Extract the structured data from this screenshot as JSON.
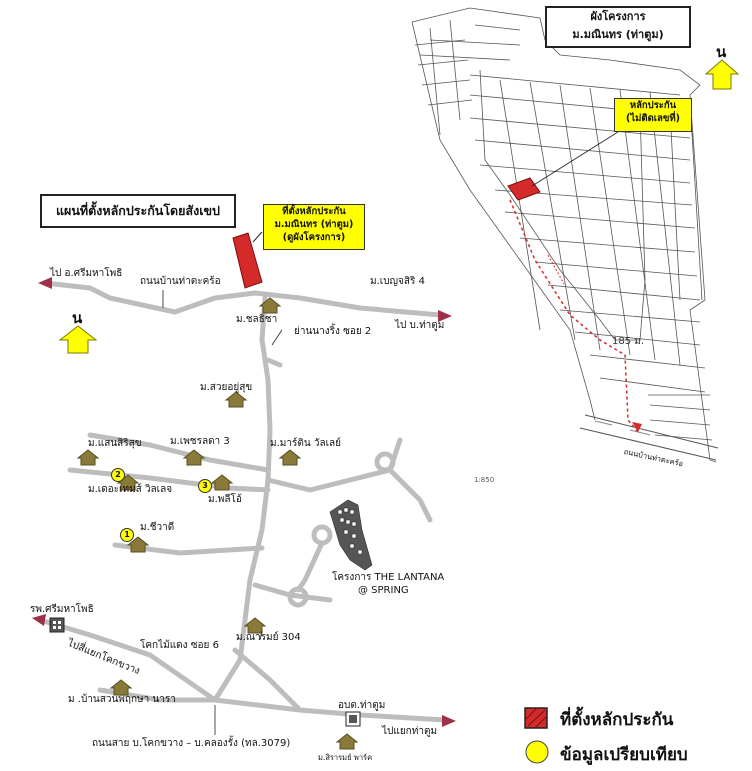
{
  "title_box": "แผนที่ตั้งหลักประกันโดยสังเขป",
  "plan_title": {
    "line1": "ผังโครงการ",
    "line2": "ม.มณินทร (ท่าตูม)"
  },
  "collateral_callout": {
    "line1": "ที่ตั้งหลักประกัน",
    "line2": "ม.มณินทร (ท่าตูม)",
    "line3": "(ดูผังโครงการ)"
  },
  "plan_callout": {
    "line1": "หลักประกัน",
    "line2": "(ไม่ติดเลขที่)"
  },
  "north_label": "น",
  "distance_label": "185 ม.",
  "scale_label": "1:850",
  "labels": {
    "to_sri_maha_phot": "ไป อ.ศรีมหาโพธิ",
    "tha_takhro_road": "ถนนบ้านท่าตะคร้อ",
    "ben_sri": "ม.เบญจสิริ 4",
    "to_ban_tha_tum": "ไป บ.ท่าตูม",
    "chonsicha": "ม.ชลธิชา",
    "nang_ring_soi2": "ย่านนางริ้ง ซอย 2",
    "suay_yu_suk": "ม.สวยอยู่สุข",
    "saensirisuk": "ม.แสนสิริสุข",
    "phet_lada": "ม.เพชรลดา 3",
    "martin_valley": "ม.มาร์ติน วัลเลย์",
    "de_tremp": "ม.เดอะเทมส์ วิลเลจ",
    "phalai": "ม.พลีโอ้",
    "chiwadee": "ม.ชีวาดี",
    "lantana": "โครงการ THE LANTANA",
    "lantana_spring": "@ SPRING",
    "hospital": "รพ.ศรีมหาโพธิ",
    "to_khok_kwang": "ไปสี่แยกโคกขวาง",
    "khok_mai_daeng": "โคกไม้แดง ซอย 6",
    "narom": "ม.ณารมย์ 304",
    "ban_suan": "ม .บ้านสวนพฤกษา นารา",
    "obt": "อบต.ท่าตูม",
    "to_tha_tum_junction": "ไปแยกท่าตูม",
    "main_road": "ถนนสาย บ.โคกขวาง – บ.คลองรั้ง (ทล.3079)",
    "sirirom": "ม.สิรารมย์ พาร์ค",
    "plan_road": "ถนนบ้านท่าตะคร้อ"
  },
  "markers": {
    "n1": "1",
    "n2": "2",
    "n3": "3"
  },
  "legend": {
    "collateral": "ที่ตั้งหลักประกัน",
    "comparison": "ข้อมูลเปรียบเทียบ"
  },
  "colors": {
    "collateral": "#d42a2a",
    "comparison": "#ffff00",
    "road": "#c8c8c8",
    "arrow": "#a0304a"
  }
}
